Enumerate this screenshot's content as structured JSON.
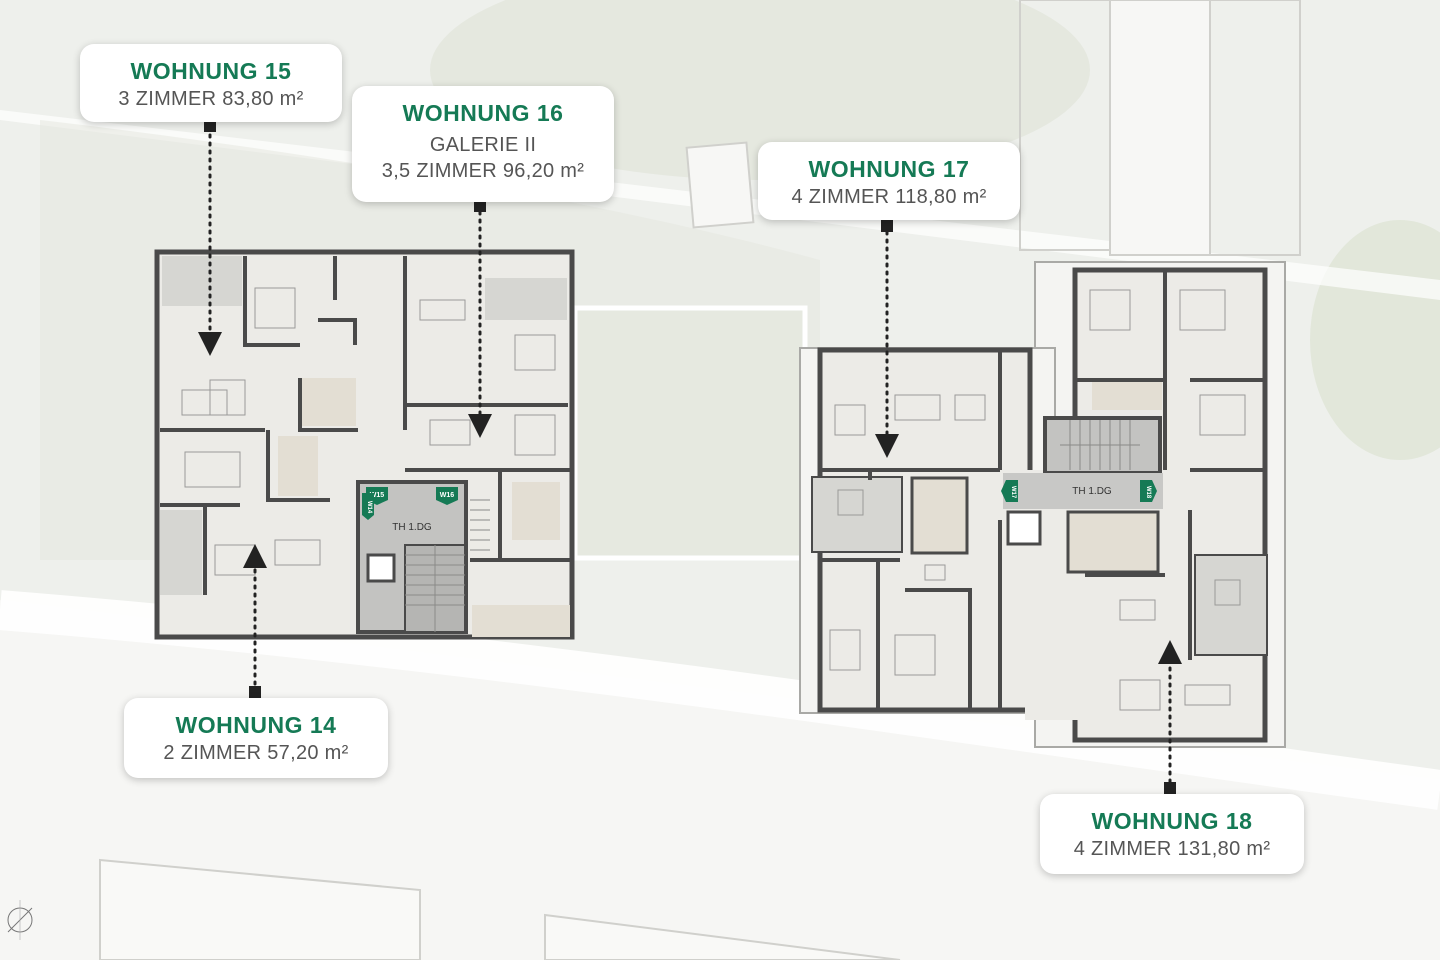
{
  "callouts": {
    "w15": {
      "title": "WOHNUNG 15",
      "line1": "3 ZIMMER 83,80 m²"
    },
    "w16": {
      "title": "WOHNUNG 16",
      "line1": "GALERIE II",
      "line2": "3,5 ZIMMER 96,20 m²"
    },
    "w17": {
      "title": "WOHNUNG 17",
      "line1": "4 ZIMMER 118,80 m²"
    },
    "w14": {
      "title": "WOHNUNG 14",
      "line1": "2 ZIMMER 57,20 m²"
    },
    "w18": {
      "title": "WOHNUNG 18",
      "line1": "4 ZIMMER 131,80 m²"
    }
  },
  "plan_labels": {
    "stair_left": "TH 1.DG",
    "stair_right": "TH 1.DG",
    "tag_w15": "W15",
    "tag_w14": "W14",
    "tag_w16": "W16",
    "tag_w17": "W17",
    "tag_w18": "W18"
  },
  "colors": {
    "accent_green": "#157a55",
    "text_grey": "#555555",
    "room_beige": "#e3ded3",
    "room_grey": "#d6d6d2",
    "stair_grey": "#c3c3c1"
  }
}
